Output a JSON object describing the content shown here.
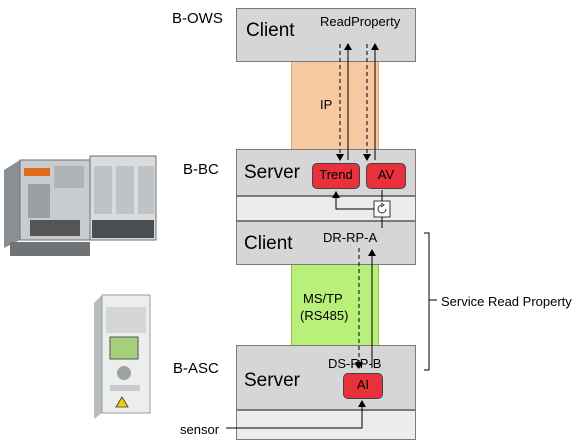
{
  "nodes": {
    "ows": {
      "label": "B-OWS",
      "role": "Client",
      "service": "ReadProperty"
    },
    "bc": {
      "label": "B-BC",
      "role_server": "Server",
      "object_trend": "Trend",
      "object_av": "AV",
      "role_client": "Client",
      "service_request": "DR-RP-A"
    },
    "asc": {
      "label": "B-ASC",
      "role": "Server",
      "service": "DS-RP-B",
      "object_ai": "AI",
      "input_label": "sensor"
    }
  },
  "links": {
    "ip": {
      "label": "IP",
      "color": "#f8c9a0"
    },
    "mstp": {
      "label_line1": "MS/TP",
      "label_line2": "(RS485)",
      "color": "#b9f07a"
    }
  },
  "bracket": {
    "label": "Service Read Property"
  },
  "colors": {
    "box": "#d6d6d6",
    "object": "#e8313a"
  }
}
